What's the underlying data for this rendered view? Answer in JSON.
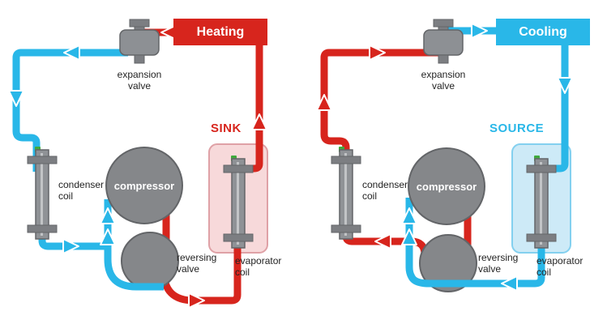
{
  "colors": {
    "hot": "#d7251d",
    "cold": "#29b7e8",
    "component_gray": "#85878a",
    "component_dark": "#636568",
    "sink_fill": "#f7d9da",
    "sink_border": "#dfa1a6",
    "source_fill": "#cdeaf7",
    "source_border": "#83d0ef",
    "indicator_green": "#3faa3c",
    "label_text": "#232323"
  },
  "diagrams": [
    {
      "mode_label": "Heating",
      "zone_label": "SINK",
      "labels": {
        "expansion_valve": "expansion valve",
        "condenser_coil": "condenser coil",
        "compressor": "compressor",
        "reversing_valve": "reversing valve",
        "evaporator_coil": "evaporator coil"
      }
    },
    {
      "mode_label": "Cooling",
      "zone_label": "SOURCE",
      "labels": {
        "expansion_valve": "expansion valve",
        "condenser_coil": "condenser coil",
        "compressor": "compressor",
        "reversing_valve": "reversing valve",
        "evaporator_coil": "evaporator coil"
      }
    }
  ]
}
